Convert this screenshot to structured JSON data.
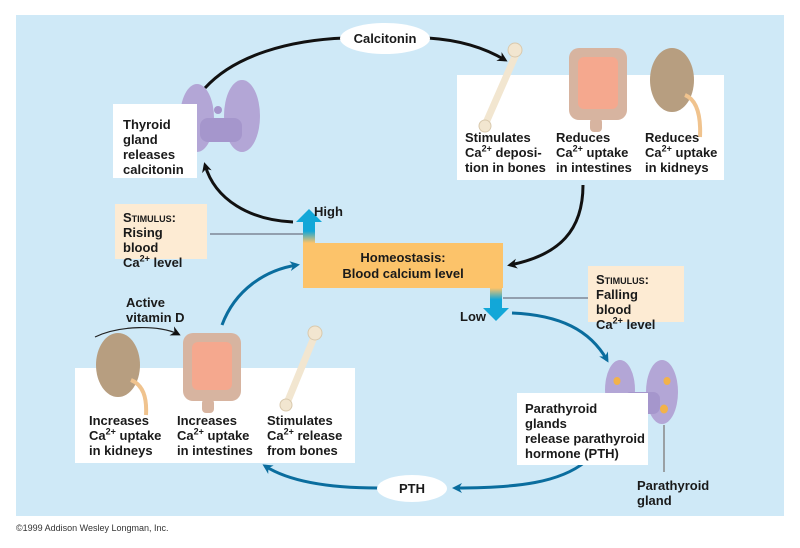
{
  "copyright": "©1999 Addison Wesley Longman, Inc.",
  "colors": {
    "background_panel": "#cfe9f7",
    "homeostasis_box": "#fcc36a",
    "stimulus_box": "#fdebd3",
    "blue_arrow": "#0a6d9e",
    "level_arrow": "#12a7d8",
    "black_arrow": "#111111"
  },
  "center": {
    "title_line1": "Homeostasis:",
    "title_line2": "Blood calcium level",
    "high_label": "High",
    "low_label": "Low"
  },
  "stimulus_high": {
    "heading": "Stimulus:",
    "line1": "Rising blood",
    "line2_pre": "Ca",
    "line2_sup": "2+",
    "line2_post": " level"
  },
  "stimulus_low": {
    "heading": "Stimulus:",
    "line1": "Falling blood",
    "line2_pre": "Ca",
    "line2_sup": "2+",
    "line2_post": " level"
  },
  "thyroid": {
    "line1": "Thyroid",
    "line2": "gland",
    "line3": "releases",
    "line4": "calcitonin"
  },
  "hormone_high": "Calcitonin",
  "hormone_low": "PTH",
  "effects_high": [
    {
      "organ": "bone-icon",
      "line1": "Stimulates",
      "line2_pre": "Ca",
      "line2_sup": "2+",
      "line2_post": " deposi-",
      "line3": "tion in bones"
    },
    {
      "organ": "intestine-icon",
      "line1": "Reduces",
      "line2_pre": "Ca",
      "line2_sup": "2+",
      "line2_post": " uptake",
      "line3": "in intestines"
    },
    {
      "organ": "kidney-icon",
      "line1": "Reduces",
      "line2_pre": "Ca",
      "line2_sup": "2+",
      "line2_post": " uptake",
      "line3": "in kidneys"
    }
  ],
  "effects_low": [
    {
      "organ": "kidney-icon",
      "line1": "Increases",
      "line2_pre": "Ca",
      "line2_sup": "2+",
      "line2_post": " uptake",
      "line3": "in kidneys"
    },
    {
      "organ": "intestine-icon",
      "line1": "Increases",
      "line2_pre": "Ca",
      "line2_sup": "2+",
      "line2_post": " uptake",
      "line3": "in intestines"
    },
    {
      "organ": "bone-icon",
      "line1": "Stimulates",
      "line2_pre": "Ca",
      "line2_sup": "2+",
      "line2_post": " release",
      "line3": "from bones"
    }
  ],
  "active_vitamin_d": {
    "line1": "Active",
    "line2": "vitamin D"
  },
  "parathyroid": {
    "line1": "Parathyroid",
    "line2": "glands",
    "line3": "release parathyroid",
    "line4": "hormone (PTH)"
  },
  "parathyroid_label": {
    "line1": "Parathyroid",
    "line2": "gland"
  }
}
